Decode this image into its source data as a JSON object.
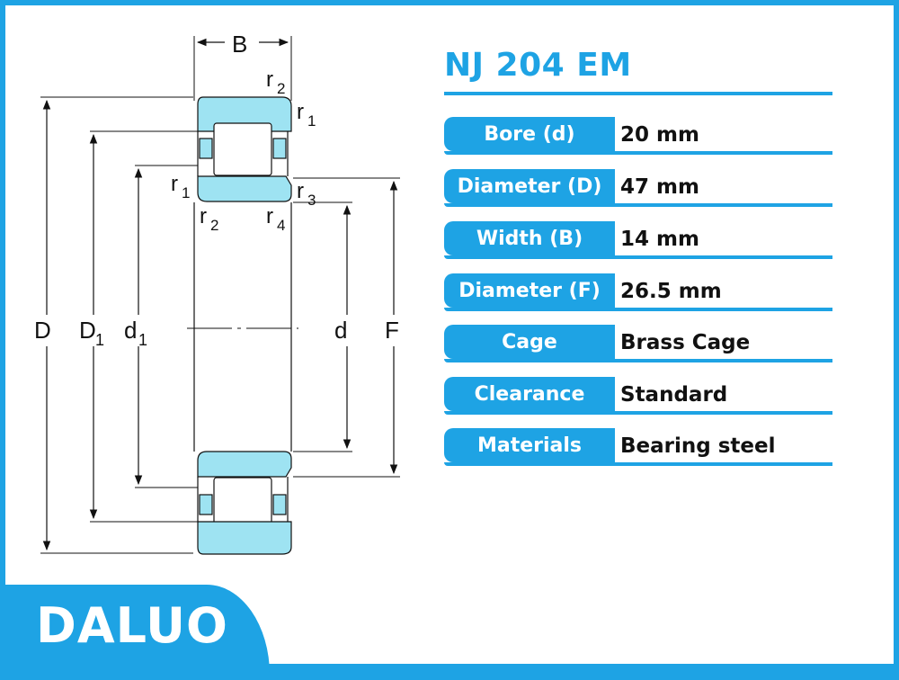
{
  "brand": {
    "name": "DALUO"
  },
  "product": {
    "model": "NJ 204 EM"
  },
  "specs": [
    {
      "label": "Bore (d)",
      "value": "20 mm"
    },
    {
      "label": "Diameter (D)",
      "value": "47 mm"
    },
    {
      "label": "Width (B)",
      "value": "14 mm"
    },
    {
      "label": "Diameter (F)",
      "value": "26.5 mm"
    },
    {
      "label": "Cage",
      "value": "Brass Cage"
    },
    {
      "label": "Clearance",
      "value": "Standard"
    },
    {
      "label": "Materials",
      "value": "Bearing steel"
    }
  ],
  "diagram": {
    "fill_color": "#9ee3f2",
    "accent_color": "#1ea3e4",
    "labels": {
      "B": "B",
      "D": "D",
      "D1": "D",
      "D1_sub": "1",
      "d1": "d",
      "d1_sub": "1",
      "d": "d",
      "F": "F",
      "r2_top": "r",
      "r2_top_sub": "2",
      "r1_top": "r",
      "r1_top_sub": "1",
      "r1_left": "r",
      "r1_left_sub": "1",
      "r3": "r",
      "r3_sub": "3",
      "r2_bottom": "r",
      "r2_bottom_sub": "2",
      "r4": "r",
      "r4_sub": "4"
    }
  }
}
